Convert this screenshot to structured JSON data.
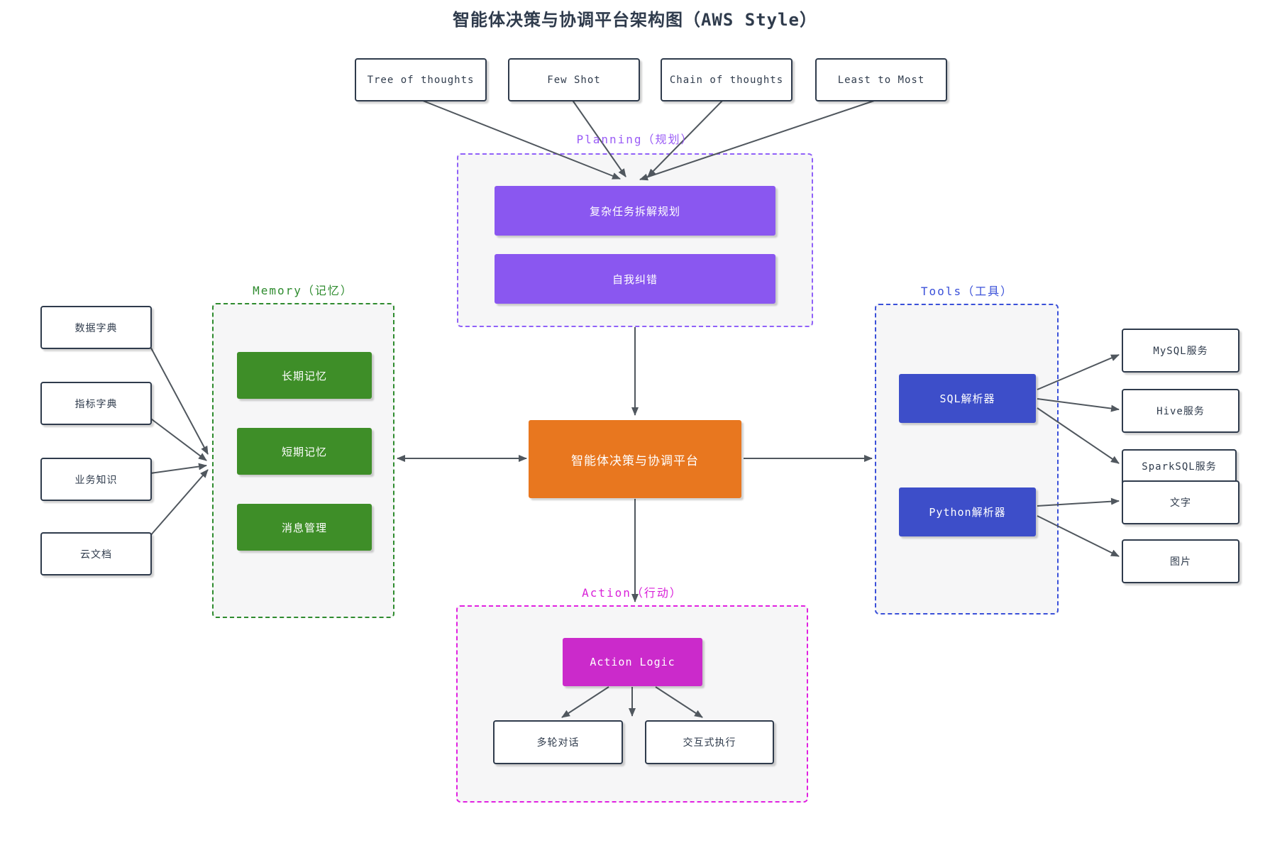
{
  "title": "智能体决策与协调平台架构图（AWS Style）",
  "colors": {
    "planning_fill": "#8a57f0",
    "planning_dash": "#9061f9",
    "memory_fill": "#3e8e28",
    "memory_dash": "#2e8b2e",
    "tools_fill": "#3d4ec9",
    "tools_dash": "#3a50d9",
    "core_fill": "#e8771f",
    "action_fill": "#cb2acb",
    "action_dash": "#e121e1",
    "arrow": "#50575e",
    "section_bg": "#f6f6f7",
    "node_border": "#2f3b4c"
  },
  "prompt_techniques": {
    "tree_of_thoughts": "Tree of thoughts",
    "few_shot": "Few Shot",
    "chain_of_thoughts": "Chain of thoughts",
    "least_to_most": "Least to Most"
  },
  "planning": {
    "label": "Planning（规划）",
    "task_decompose": "复杂任务拆解规划",
    "self_correct": "自我纠错"
  },
  "memory": {
    "label": "Memory（记忆）",
    "long_term": "长期记忆",
    "short_term": "短期记忆",
    "message_mgmt": "消息管理"
  },
  "knowledge": {
    "data_dict": "数据字典",
    "metric_dict": "指标字典",
    "business": "业务知识",
    "cloud_doc": "云文档"
  },
  "core": {
    "label": "智能体决策与协调平台"
  },
  "tools": {
    "label": "Tools（工具）",
    "sql_parser": "SQL解析器",
    "python_parser": "Python解析器"
  },
  "services": {
    "mysql": "MySQL服务",
    "hive": "Hive服务",
    "sparksql": "SparkSQL服务",
    "text": "文字",
    "image": "图片"
  },
  "action": {
    "label": "Action（行动）",
    "logic": "Action Logic",
    "multi_turn": "多轮对话",
    "interactive": "交互式执行"
  }
}
